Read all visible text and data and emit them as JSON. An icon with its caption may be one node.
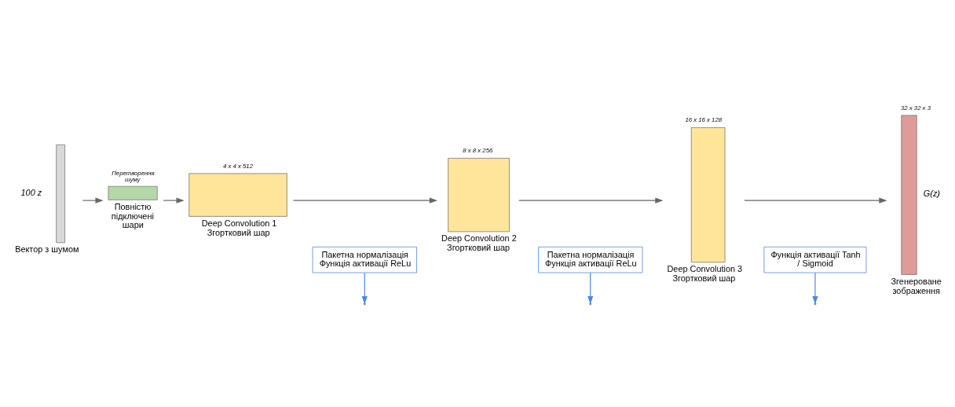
{
  "diagram": {
    "nodes": [
      {
        "text": [
          "Вектор з шумом"
        ],
        "beside": [
          "100 z"
        ]
      },
      {
        "text": [
          "Повністю підключені шари"
        ],
        "beside": [
          "Перетворення шуму"
        ]
      },
      {
        "text": [
          "Deep Convolution 1 Згортковий шар"
        ],
        "beside": [
          "4 x 4 x 512"
        ]
      },
      {
        "text": [
          "Deep Convolution 2 Згортковий шар"
        ],
        "beside": [
          "8 x 8 x 256"
        ]
      },
      {
        "text": [
          "Deep Convolution 3 Згортковий шар"
        ],
        "beside": [
          "16 x 16 x 128"
        ]
      },
      {
        "text": [
          "Згенероване зображення"
        ],
        "beside": [
          "32 x 32 x 3",
          "G(z)"
        ]
      },
      {
        "text": [
          "Пакетна нормалізація Функція активації ReLu"
        ]
      },
      {
        "text": [
          "Пакетна нормалізація Функція активації ReLu"
        ]
      },
      {
        "text": [
          "Функція активації Tanh / Sigmoid"
        ]
      }
    ],
    "edges": [
      {
        "from": 0,
        "to": 1,
        "arrow": "to"
      },
      {
        "from": 1,
        "to": 2,
        "arrow": "to"
      },
      {
        "from": 2,
        "to": 3,
        "arrow": "to"
      },
      {
        "from": 3,
        "to": 4,
        "arrow": "to"
      },
      {
        "from": 4,
        "to": 5,
        "arrow": "to"
      },
      {
        "from": 6,
        "to": null,
        "arrow": "to",
        "color": "#4a86e8"
      },
      {
        "from": 7,
        "to": null,
        "arrow": "to",
        "color": "#4a86e8"
      },
      {
        "from": 8,
        "to": null,
        "arrow": "to",
        "color": "#4a86e8"
      }
    ]
  }
}
